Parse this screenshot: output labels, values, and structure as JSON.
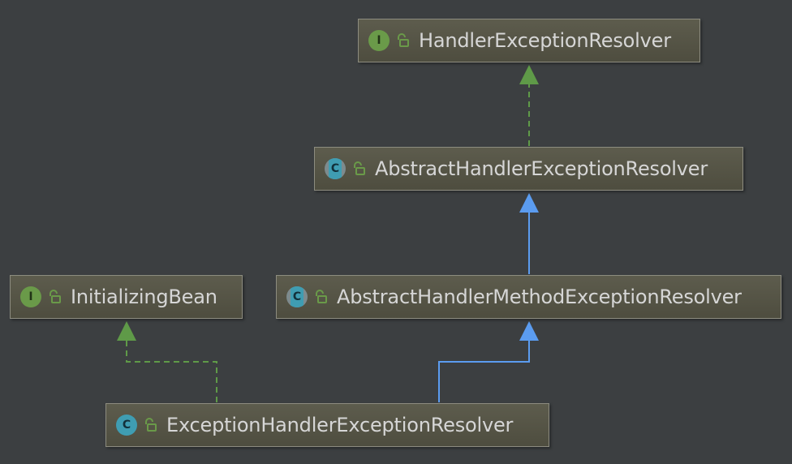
{
  "diagram": {
    "nodes": [
      {
        "id": "handler-exception-resolver",
        "name": "HandlerExceptionResolver",
        "kind": "interface",
        "kind_letter": "I",
        "icon": "unlock-icon"
      },
      {
        "id": "abstract-handler-exception-resolver",
        "name": "AbstractHandlerExceptionResolver",
        "kind": "abstract-class",
        "kind_letter": "C",
        "icon": "unlock-icon"
      },
      {
        "id": "initializing-bean",
        "name": "InitializingBean",
        "kind": "interface",
        "kind_letter": "I",
        "icon": "unlock-icon"
      },
      {
        "id": "abstract-handler-method-exception-resolver",
        "name": "AbstractHandlerMethodExceptionResolver",
        "kind": "abstract-class",
        "kind_letter": "C",
        "icon": "unlock-icon"
      },
      {
        "id": "exception-handler-exception-resolver",
        "name": "ExceptionHandlerExceptionResolver",
        "kind": "class",
        "kind_letter": "C",
        "icon": "unlock-icon"
      }
    ],
    "edges": [
      {
        "from": "abstract-handler-exception-resolver",
        "to": "handler-exception-resolver",
        "type": "implements"
      },
      {
        "from": "abstract-handler-method-exception-resolver",
        "to": "abstract-handler-exception-resolver",
        "type": "extends"
      },
      {
        "from": "exception-handler-exception-resolver",
        "to": "abstract-handler-method-exception-resolver",
        "type": "extends"
      },
      {
        "from": "exception-handler-exception-resolver",
        "to": "initializing-bean",
        "type": "implements"
      }
    ],
    "colors": {
      "background": "#3c3f41",
      "node_fill": "#4e4d3f",
      "node_border": "#8d8c80",
      "implements_edge": "#5f9a48",
      "extends_edge": "#5b9cf0",
      "interface_badge": "#6a9a49",
      "class_badge": "#3f9db2",
      "lock_icon": "#6a9a49",
      "text": "#d6d6d6"
    }
  }
}
